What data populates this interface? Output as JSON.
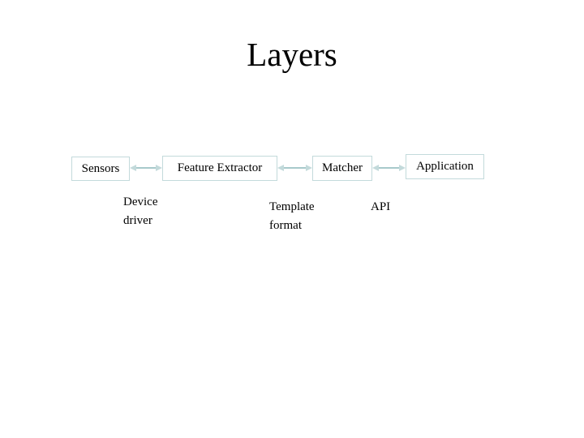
{
  "slide": {
    "title": "Layers",
    "background_color": "#ffffff",
    "text_color": "#000000",
    "accent_color": "#c3dadb"
  },
  "diagram": {
    "type": "flow",
    "orientation": "horizontal",
    "boxes": [
      {
        "id": "sensors",
        "label": "Sensors",
        "border_color": "#c3dadb",
        "fill_color": "#ffffff"
      },
      {
        "id": "feature",
        "label": "Feature Extractor",
        "border_color": "#c3dadb",
        "fill_color": "#ffffff"
      },
      {
        "id": "matcher",
        "label": "Matcher",
        "border_color": "#c3dadb",
        "fill_color": "#ffffff"
      },
      {
        "id": "application",
        "label": "Application",
        "border_color": "#c3dadb",
        "fill_color": "#ffffff"
      }
    ],
    "connectors": [
      {
        "id": "sensors-feature",
        "from": "sensors",
        "to": "feature",
        "style": "double-arrow",
        "color": "#a8c9cb"
      },
      {
        "id": "feature-matcher",
        "from": "feature",
        "to": "matcher",
        "style": "double-arrow",
        "color": "#a8c9cb"
      },
      {
        "id": "matcher-application",
        "from": "matcher",
        "to": "application",
        "style": "double-arrow",
        "color": "#a8c9cb"
      }
    ],
    "sub_labels": [
      {
        "id": "device-driver",
        "text": "Device\ndriver",
        "attached_to": "sensors-feature"
      },
      {
        "id": "template-format",
        "text": "Template\nformat",
        "attached_to": "feature-matcher"
      },
      {
        "id": "api",
        "text": "API",
        "attached_to": "matcher-application"
      }
    ]
  }
}
